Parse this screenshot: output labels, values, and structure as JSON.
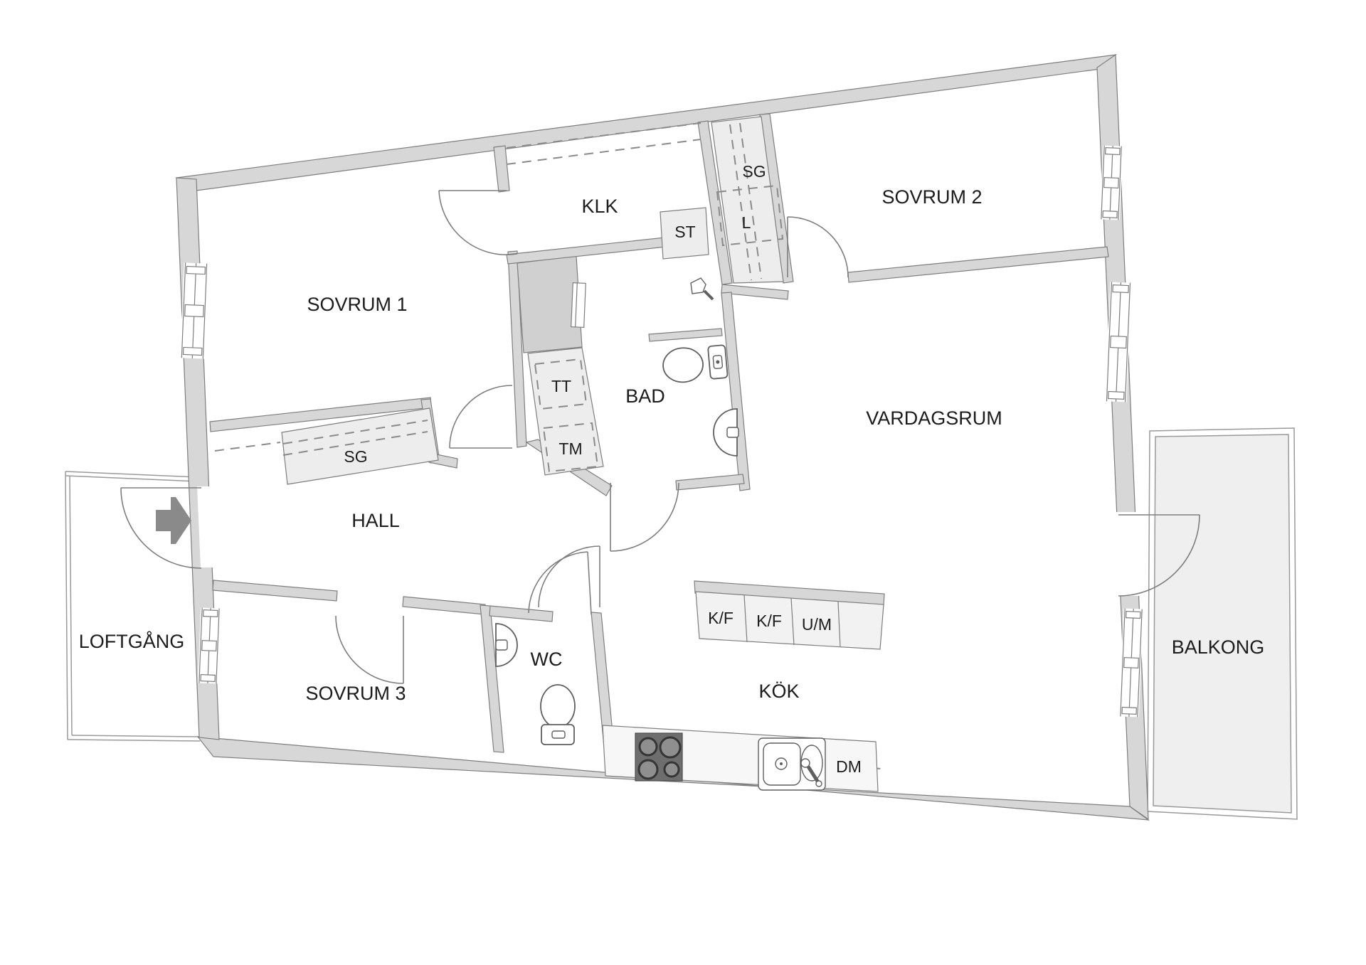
{
  "labels": {
    "sovrum1": "SOVRUM 1",
    "klk": "KLK",
    "st": "ST",
    "sg_top": "SG",
    "l": "L",
    "sovrum2": "SOVRUM 2",
    "tt": "TT",
    "tm": "TM",
    "bad": "BAD",
    "vardagsrum": "VARDAGSRUM",
    "sg_hall": "SG",
    "hall": "HALL",
    "loftgang": "LOFTGÅNG",
    "sovrum3": "SOVRUM 3",
    "wc": "WC",
    "kf1": "K/F",
    "kf2": "K/F",
    "um": "U/M",
    "kok": "KÖK",
    "dm": "DM",
    "balkong": "BALKONG"
  },
  "colors": {
    "wall": "#d7d7d7",
    "shaft": "#d0d0d0",
    "closet": "#ededed",
    "balcony": "#efefef",
    "line": "#7e7e7e",
    "line2": "#9a9a9a",
    "dash": "#8a8a8a",
    "arrow": "#8a8a8a",
    "appliance": "#6e6e6e",
    "text": "#1c1c1c"
  }
}
